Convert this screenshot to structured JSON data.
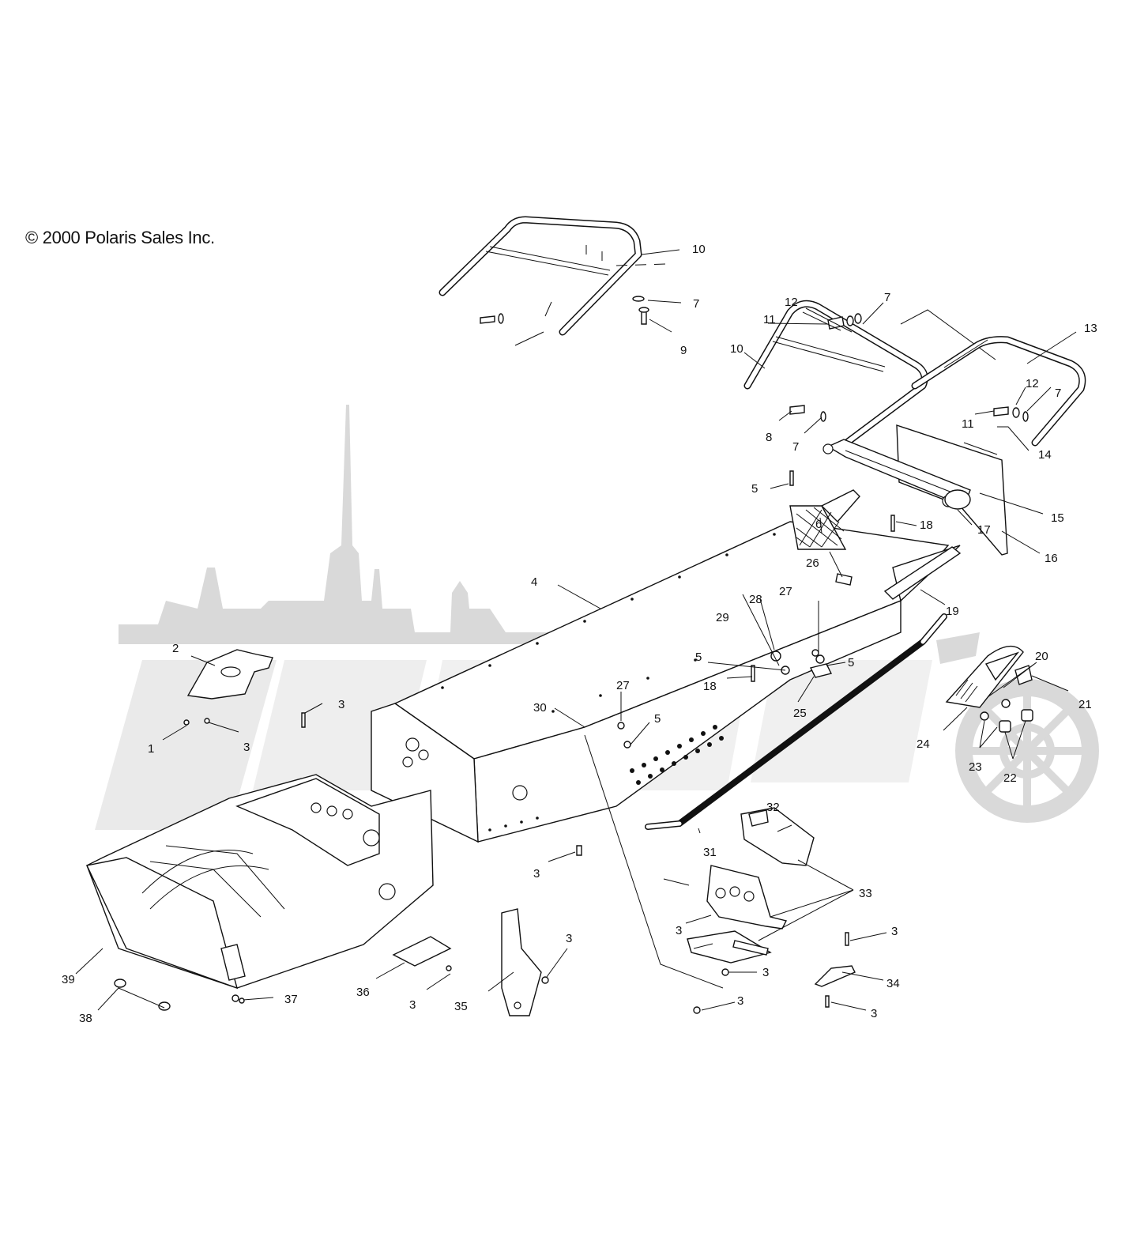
{
  "copyright": "© 2000 Polaris Sales Inc.",
  "watermark_icon": "ArtMoto-city-skyline-logo",
  "callouts": [
    "1",
    "2",
    "3",
    "4",
    "5",
    "6",
    "7",
    "8",
    "9",
    "10",
    "11",
    "12",
    "13",
    "14",
    "15",
    "16",
    "17",
    "18",
    "19",
    "20",
    "21",
    "22",
    "23",
    "24",
    "25",
    "26",
    "27",
    "28",
    "29",
    "30",
    "31",
    "32",
    "33",
    "34",
    "35",
    "36",
    "37",
    "38",
    "39"
  ]
}
